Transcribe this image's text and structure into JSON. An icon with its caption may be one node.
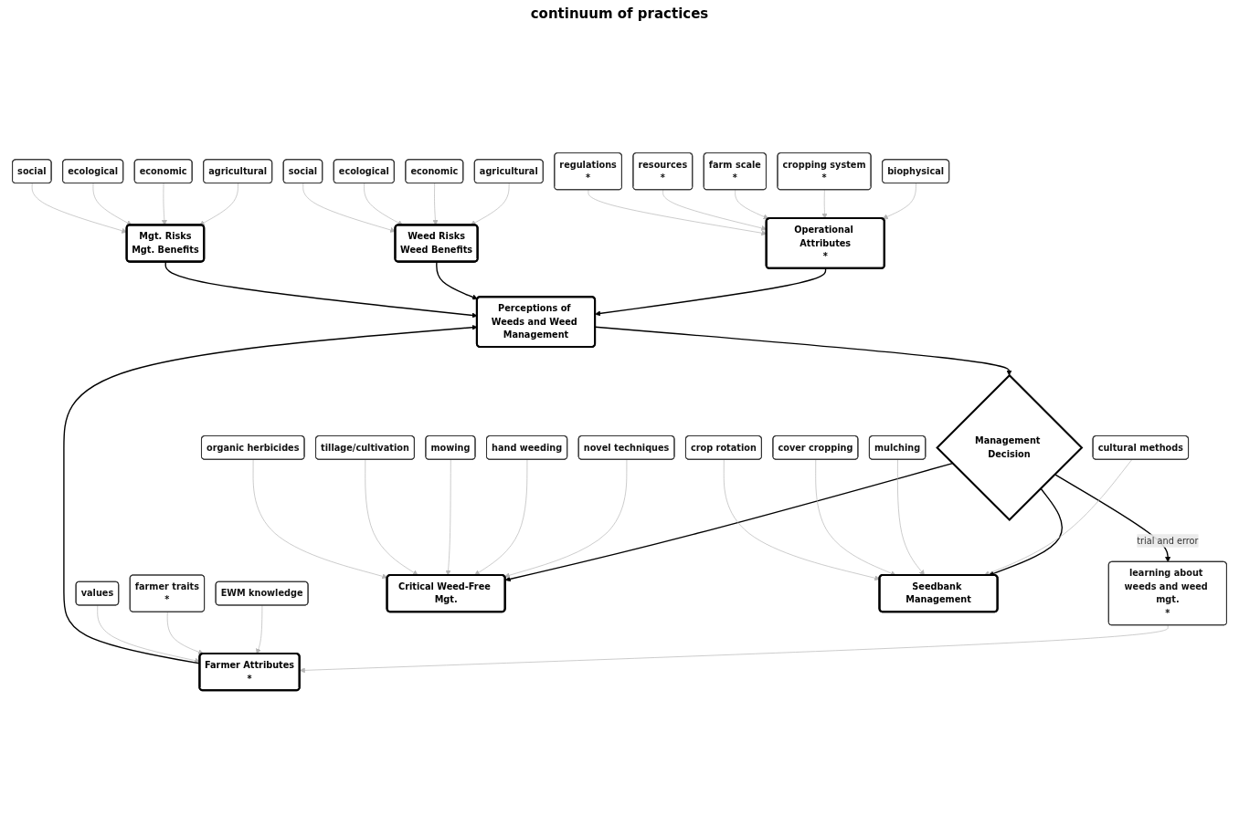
{
  "diagram": {
    "nodes": [
      {
        "text": [
          "biophysical"
        ]
      },
      {
        "text": [
          "cropping system",
          "*"
        ]
      },
      {
        "text": [
          "farm scale",
          "*"
        ]
      },
      {
        "text": [
          "resources",
          "*"
        ]
      },
      {
        "text": [
          "regulations",
          "*"
        ]
      },
      {
        "text": [
          "Operational Attributes",
          "*"
        ]
      },
      {
        "text": [
          "learning about weeds and weed mgt.",
          "*"
        ]
      },
      {
        "text": [
          "Farmer Attributes",
          "*"
        ]
      },
      {
        "text": [
          "EWM knowledge"
        ]
      },
      {
        "text": [
          "farmer traits",
          "*"
        ]
      },
      {
        "text": [
          "values"
        ]
      },
      {
        "text": [
          "agricultural"
        ]
      },
      {
        "text": [
          "economic"
        ]
      },
      {
        "text": [
          "ecological"
        ]
      },
      {
        "text": [
          "social"
        ]
      },
      {
        "text": [
          "Weed Risks",
          "Weed Benefits"
        ]
      },
      {
        "text": [
          "Perceptions of Weeds and Weed Management"
        ]
      },
      {
        "text": [
          "Mgt. Risks",
          "Mgt. Benefits"
        ]
      },
      {
        "text": [
          "agricultural"
        ]
      },
      {
        "text": [
          "economic"
        ]
      },
      {
        "text": [
          "ecological"
        ]
      },
      {
        "text": [
          "social"
        ]
      },
      {
        "text": [
          "Management Decision"
        ]
      },
      {
        "text": [
          "novel techniques"
        ]
      },
      {
        "text": [
          "hand weeding"
        ]
      },
      {
        "text": [
          "mowing"
        ]
      },
      {
        "text": [
          "tillage/cultivation"
        ]
      },
      {
        "text": [
          "organic herbicides"
        ]
      },
      {
        "text": [
          "Critical Weed-Free Mgt."
        ]
      },
      {
        "text": [
          "Seedbank Management"
        ]
      },
      {
        "text": [
          "cultural methods"
        ]
      },
      {
        "text": [
          "mulching"
        ]
      },
      {
        "text": [
          "cover cropping"
        ]
      },
      {
        "text": [
          "crop rotation"
        ]
      }
    ],
    "edges": [
      {
        "from": 0,
        "to": 5,
        "arrow": "to"
      },
      {
        "from": 1,
        "to": 5,
        "arrow": "to"
      },
      {
        "from": 2,
        "to": 5,
        "arrow": "to"
      },
      {
        "from": 3,
        "to": 5,
        "arrow": "to"
      },
      {
        "from": 4,
        "to": 5,
        "arrow": "to"
      },
      {
        "from": 6,
        "to": 7,
        "arrow": "to"
      },
      {
        "from": 8,
        "to": 7,
        "arrow": "to"
      },
      {
        "from": 9,
        "to": 7,
        "arrow": "to"
      },
      {
        "from": 10,
        "to": 7,
        "arrow": "to"
      },
      {
        "from": 11,
        "to": 15,
        "arrow": "to"
      },
      {
        "from": 12,
        "to": 15,
        "arrow": "to"
      },
      {
        "from": 13,
        "to": 15,
        "arrow": "to"
      },
      {
        "from": 14,
        "to": 15,
        "arrow": "to"
      },
      {
        "from": 18,
        "to": 17,
        "arrow": "to"
      },
      {
        "from": 19,
        "to": 17,
        "arrow": "to"
      },
      {
        "from": 20,
        "to": 17,
        "arrow": "to"
      },
      {
        "from": 21,
        "to": 17,
        "arrow": "to"
      },
      {
        "from": 5,
        "to": 16,
        "arrow": "to",
        "color": "#000000"
      },
      {
        "from": 7,
        "to": 16,
        "arrow": "to",
        "color": "#000000"
      },
      {
        "from": 15,
        "to": 16,
        "arrow": "to",
        "color": "#000000"
      },
      {
        "from": 17,
        "to": 16,
        "arrow": "to",
        "color": "#000000"
      },
      {
        "from": 16,
        "to": 22,
        "arrow": "to",
        "color": "#000000"
      },
      {
        "from": 22,
        "to": 28,
        "arrow": "to",
        "color": "#000000"
      },
      {
        "from": 22,
        "to": 29,
        "arrow": "to",
        "color": "#000000"
      },
      {
        "from": 22,
        "to": 6,
        "arrow": "to",
        "label": "trial and error",
        "color": "#000000"
      },
      {
        "from": 23,
        "to": 28,
        "arrow": "to"
      },
      {
        "from": 24,
        "to": 28,
        "arrow": "to"
      },
      {
        "from": 25,
        "to": 28,
        "arrow": "to"
      },
      {
        "from": 26,
        "to": 28,
        "arrow": "to"
      },
      {
        "from": 27,
        "to": 28,
        "arrow": "to"
      },
      {
        "from": 30,
        "to": 29,
        "arrow": "to"
      },
      {
        "from": 31,
        "to": 29,
        "arrow": "to"
      },
      {
        "from": 32,
        "to": 29,
        "arrow": "to"
      },
      {
        "from": 33,
        "to": 29,
        "arrow": "to"
      }
    ],
    "labels": [
      "continuum of practices"
    ]
  }
}
